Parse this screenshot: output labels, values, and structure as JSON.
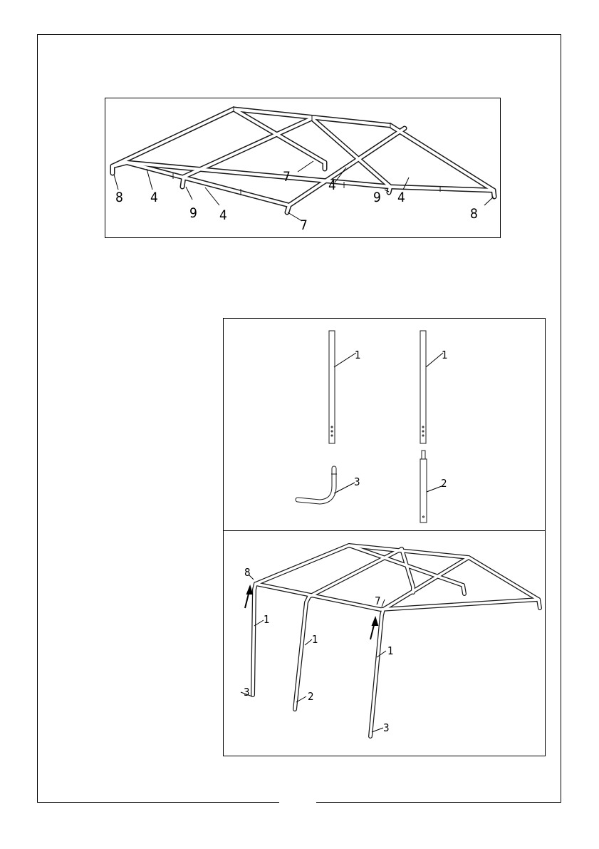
{
  "figure_top": {
    "labels": [
      "8",
      "4",
      "9",
      "4",
      "7",
      "7",
      "4",
      "9",
      "4",
      "8"
    ]
  },
  "figure_parts": {
    "labels": [
      "1",
      "1",
      "3",
      "2"
    ]
  },
  "figure_assembly": {
    "labels": [
      "8",
      "7",
      "1",
      "1",
      "1",
      "3",
      "2",
      "3"
    ]
  }
}
